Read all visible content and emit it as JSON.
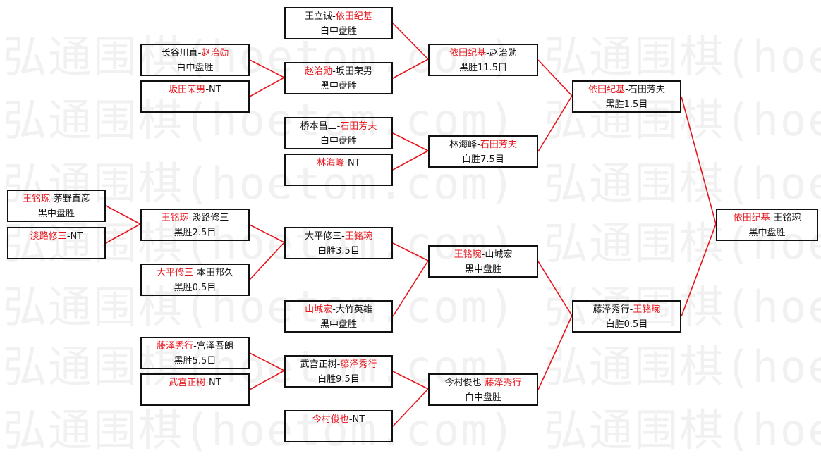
{
  "watermark": "弘通围棋(hoetom.com)  弘通围棋(hoetom.",
  "separator": "-",
  "colors": {
    "winner": "#e8141c",
    "line": "#e8141c",
    "border": "#111111"
  },
  "matches": [
    {
      "p1": "王铭琬",
      "p2": "茅野直彦",
      "winner": 0,
      "result": "黑中盘胜"
    },
    {
      "p1": "淡路修三",
      "p2": "NT",
      "winner": 0,
      "result": ""
    },
    {
      "p1": "长谷川直",
      "p2": "赵治勋",
      "winner": 1,
      "result": "白中盘胜"
    },
    {
      "p1": "坂田荣男",
      "p2": "NT",
      "winner": 0,
      "result": ""
    },
    {
      "p1": "王铭琬",
      "p2": "淡路修三",
      "winner": 0,
      "result": "黑胜2.5目"
    },
    {
      "p1": "大平修三",
      "p2": "本田邦久",
      "winner": 0,
      "result": "黑胜0.5目"
    },
    {
      "p1": "藤泽秀行",
      "p2": "宫泽吾朗",
      "winner": 0,
      "result": "黑胜5.5目"
    },
    {
      "p1": "武宫正树",
      "p2": "NT",
      "winner": 0,
      "result": ""
    },
    {
      "p1": "王立诚",
      "p2": "依田纪基",
      "winner": 1,
      "result": "白中盘胜"
    },
    {
      "p1": "赵治勋",
      "p2": "坂田荣男",
      "winner": 0,
      "result": "黑中盘胜"
    },
    {
      "p1": "桥本昌二",
      "p2": "石田芳夫",
      "winner": 1,
      "result": "白中盘胜"
    },
    {
      "p1": "林海峰",
      "p2": "NT",
      "winner": 0,
      "result": ""
    },
    {
      "p1": "大平修三",
      "p2": "王铭琬",
      "winner": 1,
      "result": "白胜3.5目"
    },
    {
      "p1": "山城宏",
      "p2": "大竹英雄",
      "winner": 0,
      "result": "黑中盘胜"
    },
    {
      "p1": "武宫正树",
      "p2": "藤泽秀行",
      "winner": 1,
      "result": "白胜9.5目"
    },
    {
      "p1": "今村俊也",
      "p2": "NT",
      "winner": 0,
      "result": ""
    },
    {
      "p1": "依田纪基",
      "p2": "赵治勋",
      "winner": 0,
      "result": "黑胜11.5目"
    },
    {
      "p1": "林海峰",
      "p2": "石田芳夫",
      "winner": 1,
      "result": "白胜7.5目"
    },
    {
      "p1": "王铭琬",
      "p2": "山城宏",
      "winner": 0,
      "result": "黑中盘胜"
    },
    {
      "p1": "今村俊也",
      "p2": "藤泽秀行",
      "winner": 1,
      "result": "白中盘胜"
    },
    {
      "p1": "依田纪基",
      "p2": "石田芳夫",
      "winner": 0,
      "result": "黑胜1.5目"
    },
    {
      "p1": "藤泽秀行",
      "p2": "王铭琬",
      "winner": 1,
      "result": "白胜0.5目"
    },
    {
      "p1": "依田纪基",
      "p2": "王铭琬",
      "winner": 0,
      "result": "黑中盘胜"
    }
  ]
}
